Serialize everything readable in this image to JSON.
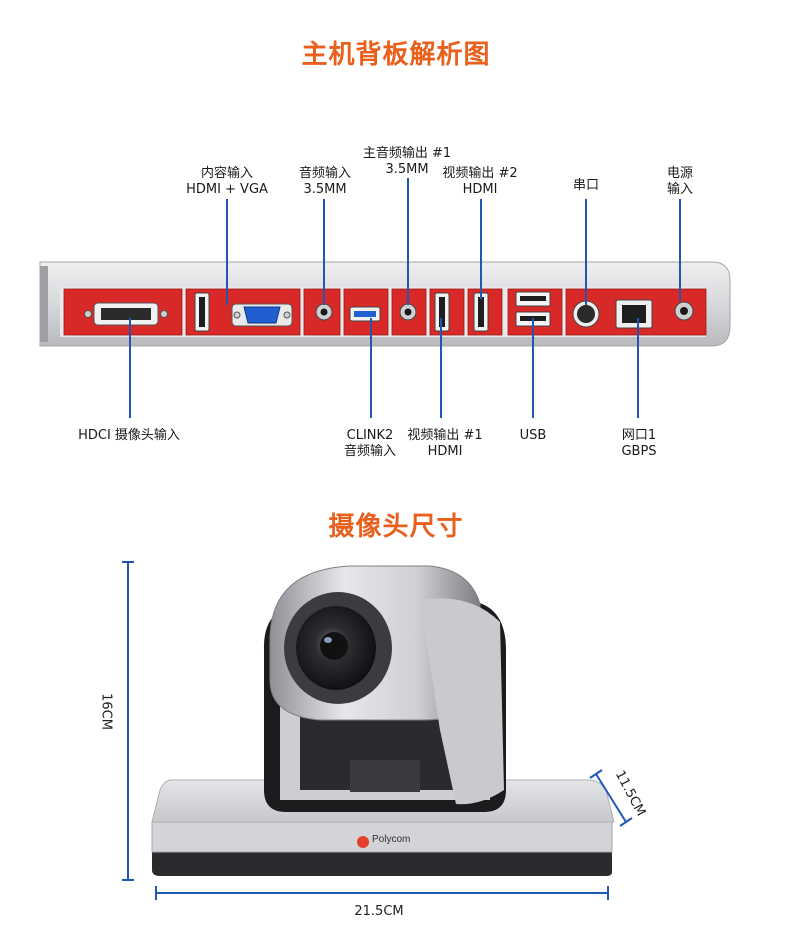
{
  "colors": {
    "title": "#e8601c",
    "pointer": "#1f57b3",
    "panel_red": "#d82828",
    "chassis": "#d9d9db"
  },
  "backpanel": {
    "title": "主机背板解析图",
    "labels_top": [
      {
        "key": "content_in",
        "lines": [
          "内容输入",
          "HDMI + VGA"
        ]
      },
      {
        "key": "audio_in",
        "lines": [
          "音频输入",
          "3.5MM"
        ]
      },
      {
        "key": "main_audio_out",
        "lines": [
          "主音频输出 #1",
          "3.5MM"
        ]
      },
      {
        "key": "video_out2",
        "lines": [
          "视频输出 #2",
          "HDMI"
        ]
      },
      {
        "key": "serial",
        "lines": [
          "串口"
        ]
      },
      {
        "key": "power_in",
        "lines": [
          "电源",
          "输入"
        ]
      }
    ],
    "labels_bottom": [
      {
        "key": "hdci_camera_in",
        "lines": [
          "HDCI 摄像头输入"
        ]
      },
      {
        "key": "clink2_audio_in",
        "lines": [
          "CLINK2",
          "音频输入"
        ]
      },
      {
        "key": "video_out1",
        "lines": [
          "视频输出 #1",
          "HDMI"
        ]
      },
      {
        "key": "usb",
        "lines": [
          "USB"
        ]
      },
      {
        "key": "lan1",
        "lines": [
          "网口1",
          "GBPS"
        ]
      }
    ]
  },
  "camera": {
    "title": "摄像头尺寸",
    "height_label": "16CM",
    "depth_label": "11.5CM",
    "width_label": "21.5CM",
    "brand": "Polycom"
  }
}
